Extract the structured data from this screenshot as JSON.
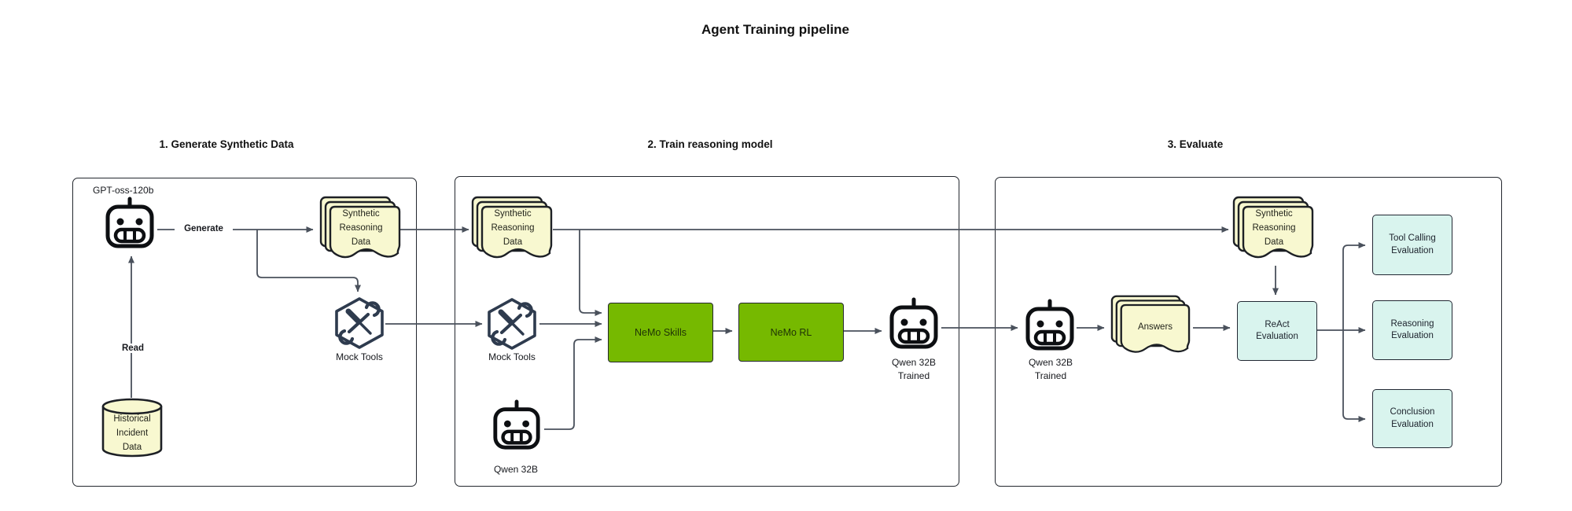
{
  "title": "Agent Training pipeline",
  "sections": {
    "s1": {
      "header": "1. Generate Synthetic Data"
    },
    "s2": {
      "header": "2. Train reasoning model"
    },
    "s3": {
      "header": "3. Evaluate"
    }
  },
  "edges": {
    "generate": "Generate",
    "read": "Read"
  },
  "nodes": {
    "gpt_label": "GPT-oss-120b",
    "synthetic_data": {
      "line1": "Synthetic",
      "line2": "Reasoning",
      "line3": "Data"
    },
    "mock_tools": "Mock Tools",
    "historical": {
      "line1": "Historical",
      "line2": "Incident",
      "line3": "Data"
    },
    "qwen32b": "Qwen 32B",
    "nemo_skills": "NeMo Skills",
    "nemo_rl": "NeMo RL",
    "qwen_trained": {
      "line1": "Qwen 32B",
      "line2": "Trained"
    },
    "answers": "Answers",
    "react_eval": {
      "line1": "ReAct",
      "line2": "Evaluation"
    },
    "tool_calling_eval": {
      "line1": "Tool Calling",
      "line2": "Evaluation"
    },
    "reasoning_eval": {
      "line1": "Reasoning",
      "line2": "Evaluation"
    },
    "conclusion_eval": {
      "line1": "Conclusion",
      "line2": "Evaluation"
    }
  },
  "icons": {
    "robot": "robot-icon",
    "tools": "crossed-tools-hexagon-icon",
    "database": "database-cylinder-icon",
    "documents": "document-stack-icon"
  },
  "colors": {
    "accent_green": "#76b900",
    "doc_yellow": "#f8f8d0",
    "eval_cyan": "#d9f4ee",
    "line": "#4a515c",
    "border": "#23272e"
  }
}
